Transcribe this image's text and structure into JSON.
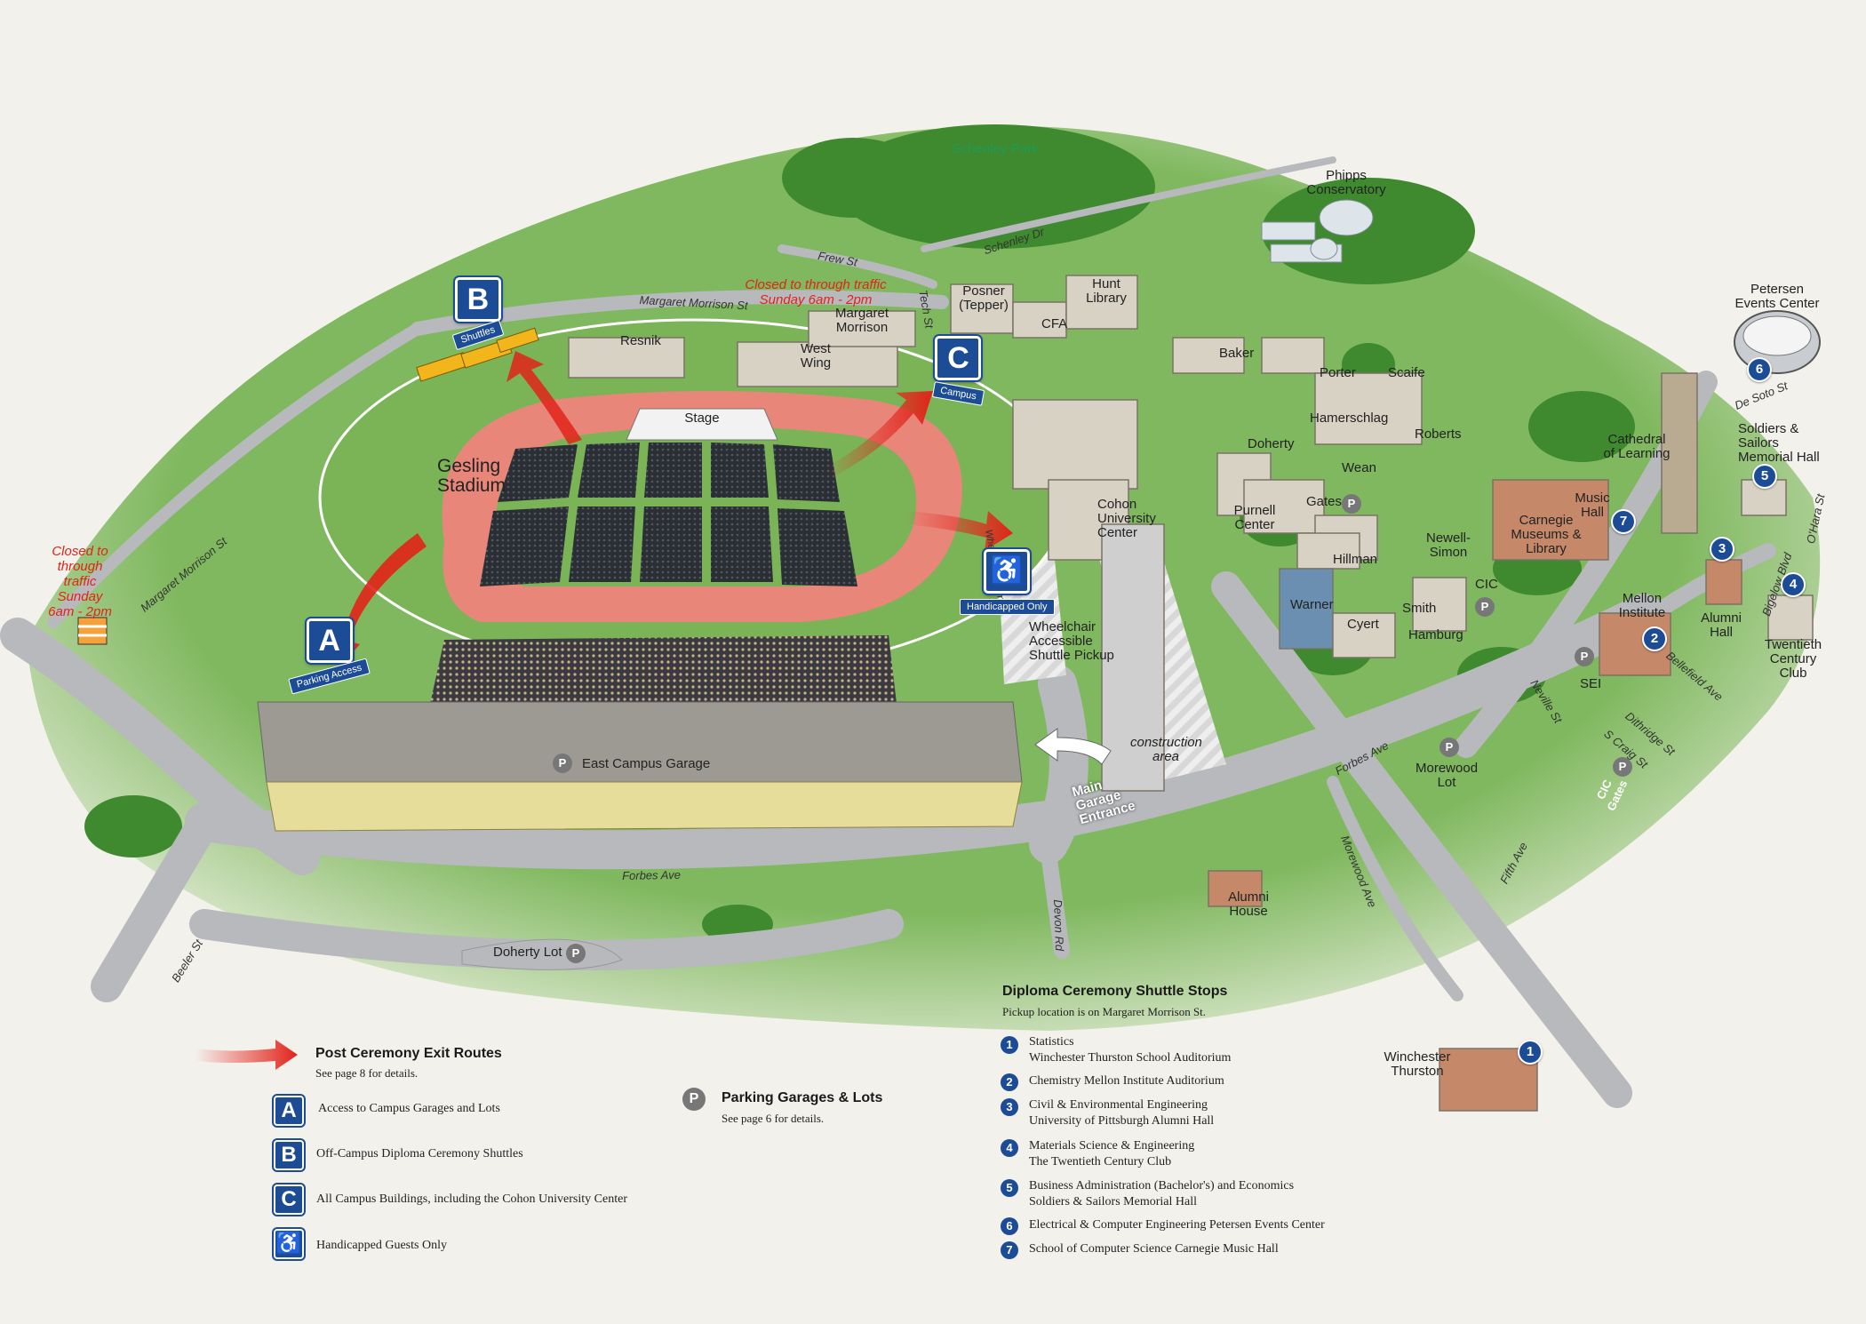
{
  "places": {
    "schenley_park": "Schenley Park",
    "phipps": "Phipps Conservatory",
    "petersen": "Petersen Events Center",
    "margaret_morrison": "Margaret Morrison",
    "west_wing": "West Wing",
    "resnik": "Resnik",
    "posner": "Posner (Tepper)",
    "hunt": "Hunt Library",
    "cfa": "CFA",
    "baker": "Baker",
    "porter": "Porter",
    "scaife": "Scaife",
    "hamerschlag": "Hamerschlag",
    "roberts": "Roberts",
    "doherty": "Doherty",
    "wean": "Wean",
    "gates": "Gates",
    "purnell": "Purnell Center",
    "cohon": "Cohon University Center",
    "hillman": "Hillman",
    "newell_simon": "Newell-Simon",
    "cic": "CIC",
    "warner": "Warner",
    "cyert": "Cyert",
    "smith": "Smith",
    "hamburg": "Hamburg",
    "cathedral": "Cathedral of Learning",
    "soldiers": "Soldiers & Sailors Memorial Hall",
    "music_hall": "Music Hall",
    "carnegie_museum": "Carnegie Museums & Library",
    "mellon": "Mellon Institute",
    "alumni_hall": "Alumni Hall",
    "twentieth": "Twentieth Century Club",
    "sei": "SEI",
    "morewood_lot": "Morewood Lot",
    "alumni_house": "Alumni House",
    "winchester": "Winchester Thurston",
    "stage": "Stage",
    "gesling": "Gesling Stadium",
    "east_garage": "East Campus Garage",
    "doherty_lot": "Doherty Lot",
    "construction": "construction area",
    "shuttle_pickup": "Wheelchair Accessible Shuttle Pickup",
    "main_garage": "Main Garage Entrance",
    "cic_gates": "CIC Gates"
  },
  "streets": {
    "margaret_morrison_st": "Margaret Morrison St",
    "margaret_morrison_st2": "Margaret Morrison St",
    "frew_st": "Frew St",
    "tech_st": "Tech St",
    "schenley_dr": "Schenley Dr",
    "forbes_ave": "Forbes Ave",
    "forbes_ave2": "Forbes Ave",
    "beeler_st": "Beeler St",
    "devon_rd": "Devon Rd",
    "morewood_ave": "Morewood Ave",
    "fifth_ave": "Fifth Ave",
    "neville_st": "Neville St",
    "s_craig_st": "S Craig St",
    "dithridge_st": "Dithridge St",
    "bellefield_ave": "Bellefield Ave",
    "bigelow_blvd": "Bigelow Blvd",
    "ohara_st": "O'Hara St",
    "desoto_st": "De Soto St",
    "wheelchair_ramp": "Wheelchair Ramp"
  },
  "notices": {
    "closed_top": "Closed to through traffic Sunday 6am - 2pm",
    "closed_left": "Closed to through traffic Sunday 6am - 2pm"
  },
  "signs": {
    "A": {
      "letter": "A",
      "tag": "Parking Access"
    },
    "B": {
      "letter": "B",
      "tag": "Shuttles"
    },
    "C": {
      "letter": "C",
      "tag": "Campus"
    },
    "H": {
      "letter": "♿",
      "tag": "Handicapped Only"
    }
  },
  "parking_symbol": "P",
  "legend": {
    "exit_title": "Post Ceremony Exit Routes",
    "exit_sub": "See page 8 for details.",
    "items": [
      {
        "icon": "A",
        "text": "Access to Campus Garages and Lots"
      },
      {
        "icon": "B",
        "text": "Off-Campus Diploma Ceremony Shuttles"
      },
      {
        "icon": "C",
        "text": "All Campus Buildings, including the Cohon University Center"
      },
      {
        "icon": "♿",
        "text": "Handicapped Guests Only"
      }
    ],
    "parking_title": "Parking Garages & Lots",
    "parking_sub": "See page 6 for details."
  },
  "shuttle": {
    "title": "Diploma Ceremony Shuttle Stops",
    "subtitle": "Pickup location is on Margaret Morrison St.",
    "stops": [
      {
        "n": "1",
        "line1": "Statistics",
        "line2": "Winchester Thurston School Auditorium"
      },
      {
        "n": "2",
        "line1": "Chemistry    Mellon Institute Auditorium",
        "line2": ""
      },
      {
        "n": "3",
        "line1": "Civil & Environmental Engineering",
        "line2": "University of Pittsburgh Alumni Hall"
      },
      {
        "n": "4",
        "line1": "Materials Science & Engineering",
        "line2": "The Twentieth Century Club"
      },
      {
        "n": "5",
        "line1": "Business Administration (Bachelor's) and Economics",
        "line2": "Soldiers & Sailors Memorial Hall"
      },
      {
        "n": "6",
        "line1": "Electrical & Computer Engineering    Petersen Events Center",
        "line2": ""
      },
      {
        "n": "7",
        "line1": "School of Computer Science    Carnegie Music Hall",
        "line2": ""
      }
    ]
  },
  "map_pins": [
    "1",
    "2",
    "3",
    "4",
    "5",
    "6",
    "7"
  ],
  "colors": {
    "grass": "#8cc06a",
    "track": "#e8867a",
    "road": "#b7b9bd",
    "sign_blue": "#1d4c96",
    "exit_red": "#e2231a"
  }
}
